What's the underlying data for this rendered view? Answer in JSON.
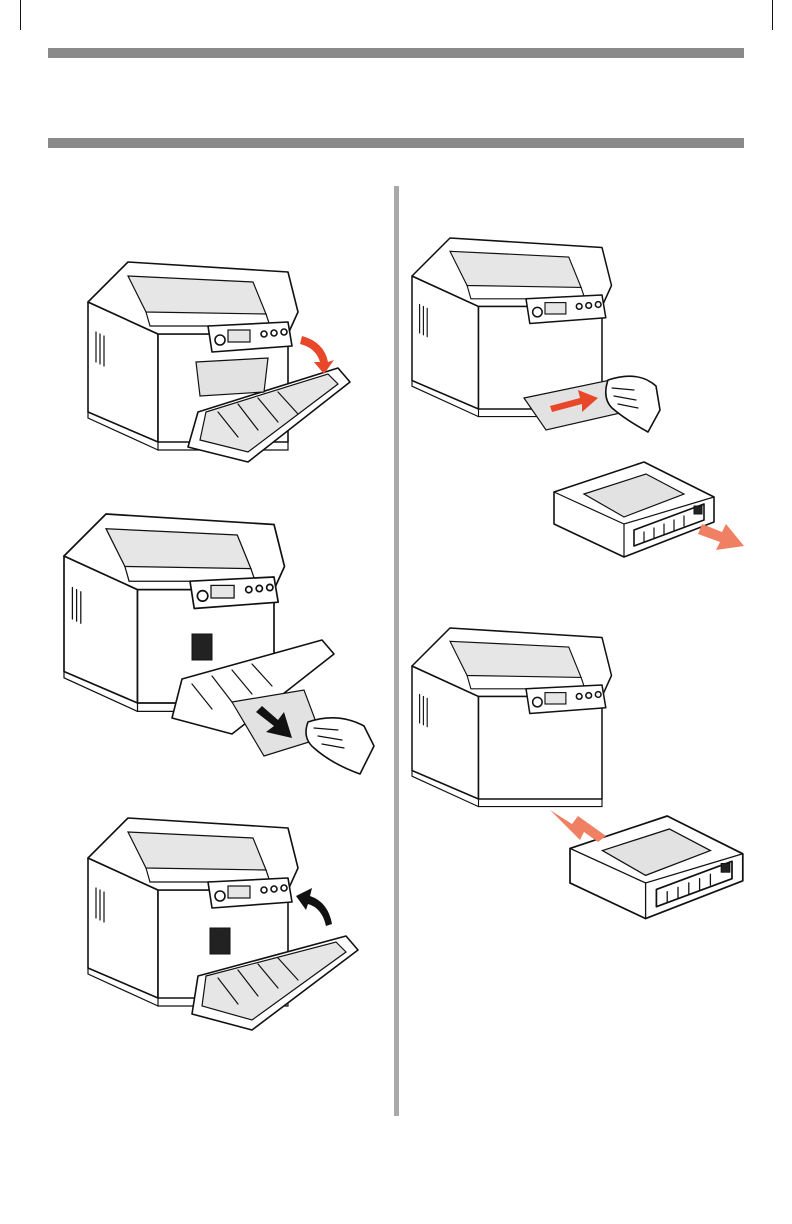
{
  "colors": {
    "rule": "#8a8a8a",
    "divider": "#a9a9a9",
    "arrow_red": "#e8472a",
    "arrow_black": "#111111"
  },
  "illustrations": [
    {
      "id": "front-cover-opened",
      "icon": "printer-front-cover-open-arrow-down"
    },
    {
      "id": "remove-jammed-sheet-from-front",
      "icon": "hand-pulling-paper-from-front-cover"
    },
    {
      "id": "close-front-cover",
      "icon": "printer-front-cover-close-arrow-up"
    },
    {
      "id": "pull-paper-from-tray-slot",
      "icon": "hand-pulling-paper-red-arrow"
    },
    {
      "id": "tray-removed",
      "icon": "paper-tray-pull-out-arrow"
    },
    {
      "id": "reinsert-tray",
      "icon": "paper-tray-push-in-arrow"
    }
  ]
}
